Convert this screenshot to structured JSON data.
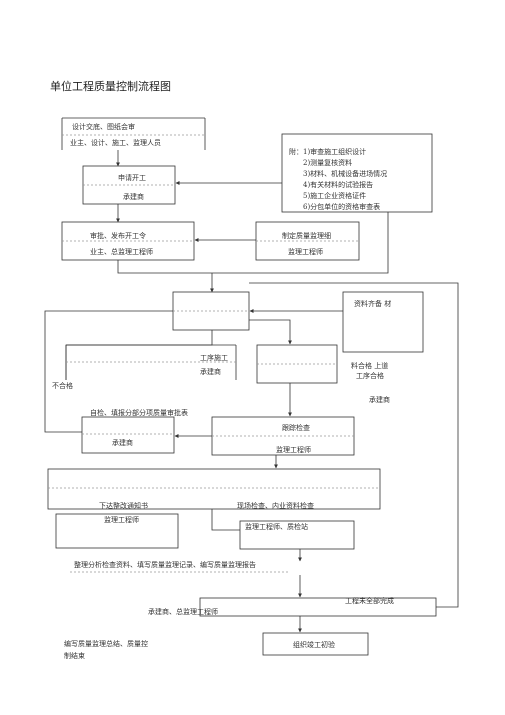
{
  "title": "单位工程质量控制流程图",
  "nodes": {
    "design": {
      "line1": "设计交底、图纸会审",
      "line2": "业主、设计、施工、监理人员"
    },
    "apply_start": {
      "line1": "申请开工",
      "line2": "承建商"
    },
    "notes": {
      "heading": "附：1)审查施工组织设计",
      "items": [
        "2)测量复核资料",
        "3)材料、机械设备进场情况",
        "4)有关材料的试验报告",
        "5)施工企业资格证件",
        "6)分包单位的资格审查表"
      ]
    },
    "approve": {
      "line1": "审批、发布开工令",
      "line2": "业主、总监理工程师"
    },
    "quality_plan": {
      "line1": "制定质量监理细",
      "line2": "监理工程师"
    },
    "materials": {
      "line1": "资料齐备 材",
      "line2": "料合格 上道",
      "line3": "工序合格",
      "line4": "承建商"
    },
    "process": {
      "line1": "工序施工",
      "line2": "承建商"
    },
    "fail_label": "不合格",
    "self_check": {
      "line1": "自检、填报分部分项质量审批表",
      "line2": "承建商"
    },
    "track": {
      "line1": "跟踪检查",
      "line2": "监理工程师"
    },
    "notice": {
      "line1": "下达整改通知书",
      "line2": "监理工程师"
    },
    "inspect": {
      "line1": "现场检查、内业资料检查",
      "line2": "监理工程师、质检站"
    },
    "analyze": "整理分析检查资料、填写质量监理记录、编写质量监理报告",
    "incomplete": {
      "line1": "工程未全部完成",
      "line2": "承建商、总监理工程师"
    },
    "summary": {
      "line1": "编写质量监理总结、质量控",
      "line2": "制结束"
    },
    "acceptance": "组织竣工初验"
  },
  "colors": {
    "line": "#333333",
    "text": "#333333"
  }
}
